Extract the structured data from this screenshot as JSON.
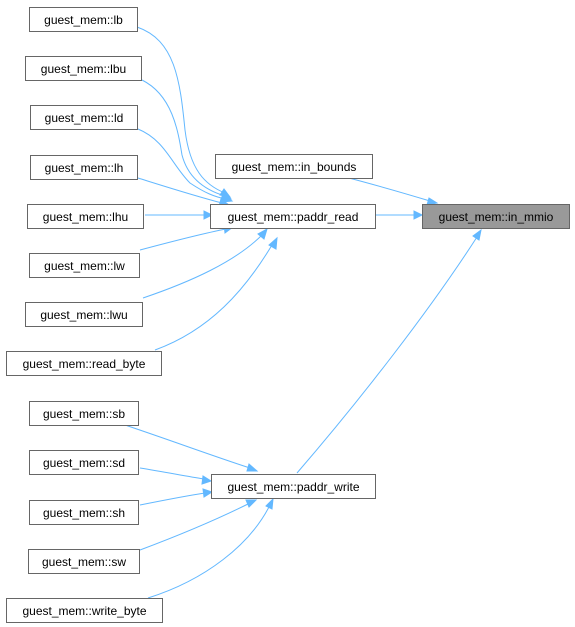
{
  "graph": {
    "edge_color": "#63b8ff",
    "focus_fill": "#999999",
    "nodes": {
      "lb": "guest_mem::lb",
      "lbu": "guest_mem::lbu",
      "ld": "guest_mem::ld",
      "lh": "guest_mem::lh",
      "lhu": "guest_mem::lhu",
      "lw": "guest_mem::lw",
      "lwu": "guest_mem::lwu",
      "read_byte": "guest_mem::read_byte",
      "paddr_read": "guest_mem::paddr_read",
      "in_bounds": "guest_mem::in_bounds",
      "in_mmio": "guest_mem::in_mmio",
      "sb": "guest_mem::sb",
      "sd": "guest_mem::sd",
      "sh": "guest_mem::sh",
      "sw": "guest_mem::sw",
      "write_byte": "guest_mem::write_byte",
      "paddr_write": "guest_mem::paddr_write"
    },
    "edges": [
      [
        "lb",
        "paddr_read"
      ],
      [
        "lbu",
        "paddr_read"
      ],
      [
        "ld",
        "paddr_read"
      ],
      [
        "lh",
        "paddr_read"
      ],
      [
        "lhu",
        "paddr_read"
      ],
      [
        "lw",
        "paddr_read"
      ],
      [
        "lwu",
        "paddr_read"
      ],
      [
        "read_byte",
        "paddr_read"
      ],
      [
        "paddr_read",
        "in_mmio"
      ],
      [
        "in_bounds",
        "in_mmio"
      ],
      [
        "paddr_write",
        "in_mmio"
      ],
      [
        "sb",
        "paddr_write"
      ],
      [
        "sd",
        "paddr_write"
      ],
      [
        "sh",
        "paddr_write"
      ],
      [
        "sw",
        "paddr_write"
      ],
      [
        "write_byte",
        "paddr_write"
      ]
    ]
  }
}
